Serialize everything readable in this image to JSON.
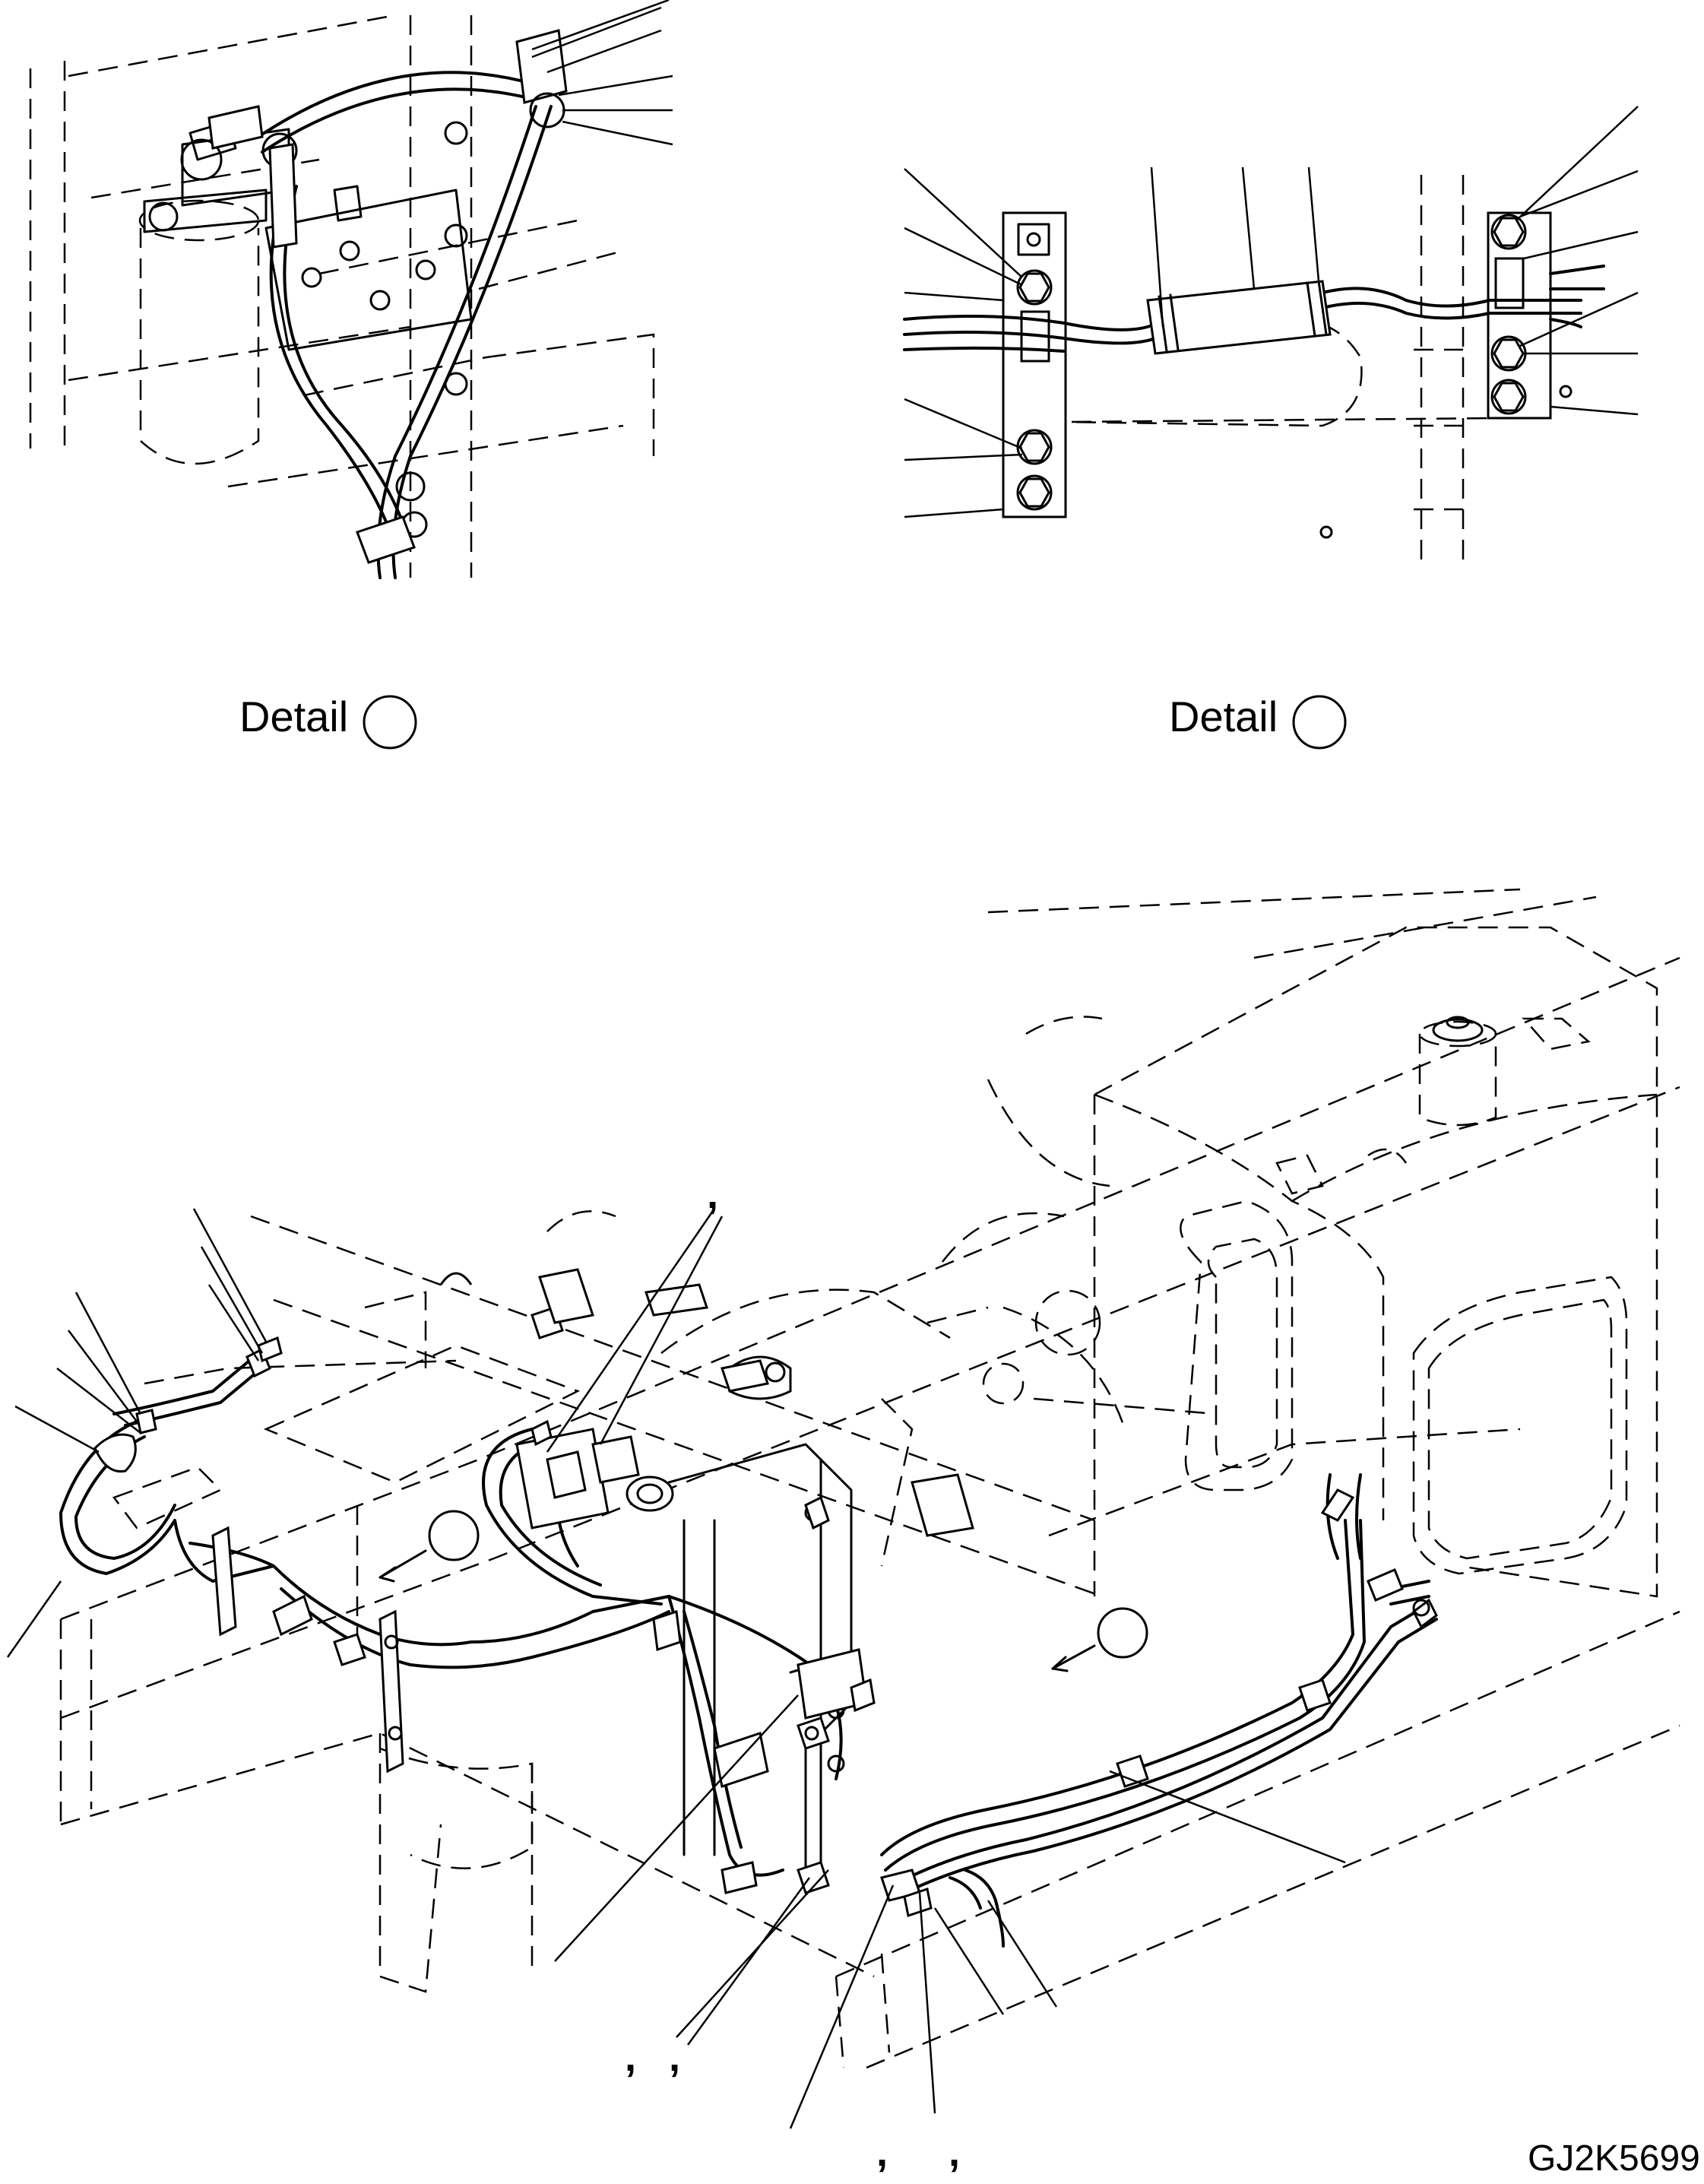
{
  "drawing": {
    "detail_labels": [
      "Detail",
      "Detail"
    ],
    "drawing_code": "GJ2K5699",
    "callout_commas": [
      ",",
      ",",
      ",",
      ",",
      ","
    ]
  }
}
